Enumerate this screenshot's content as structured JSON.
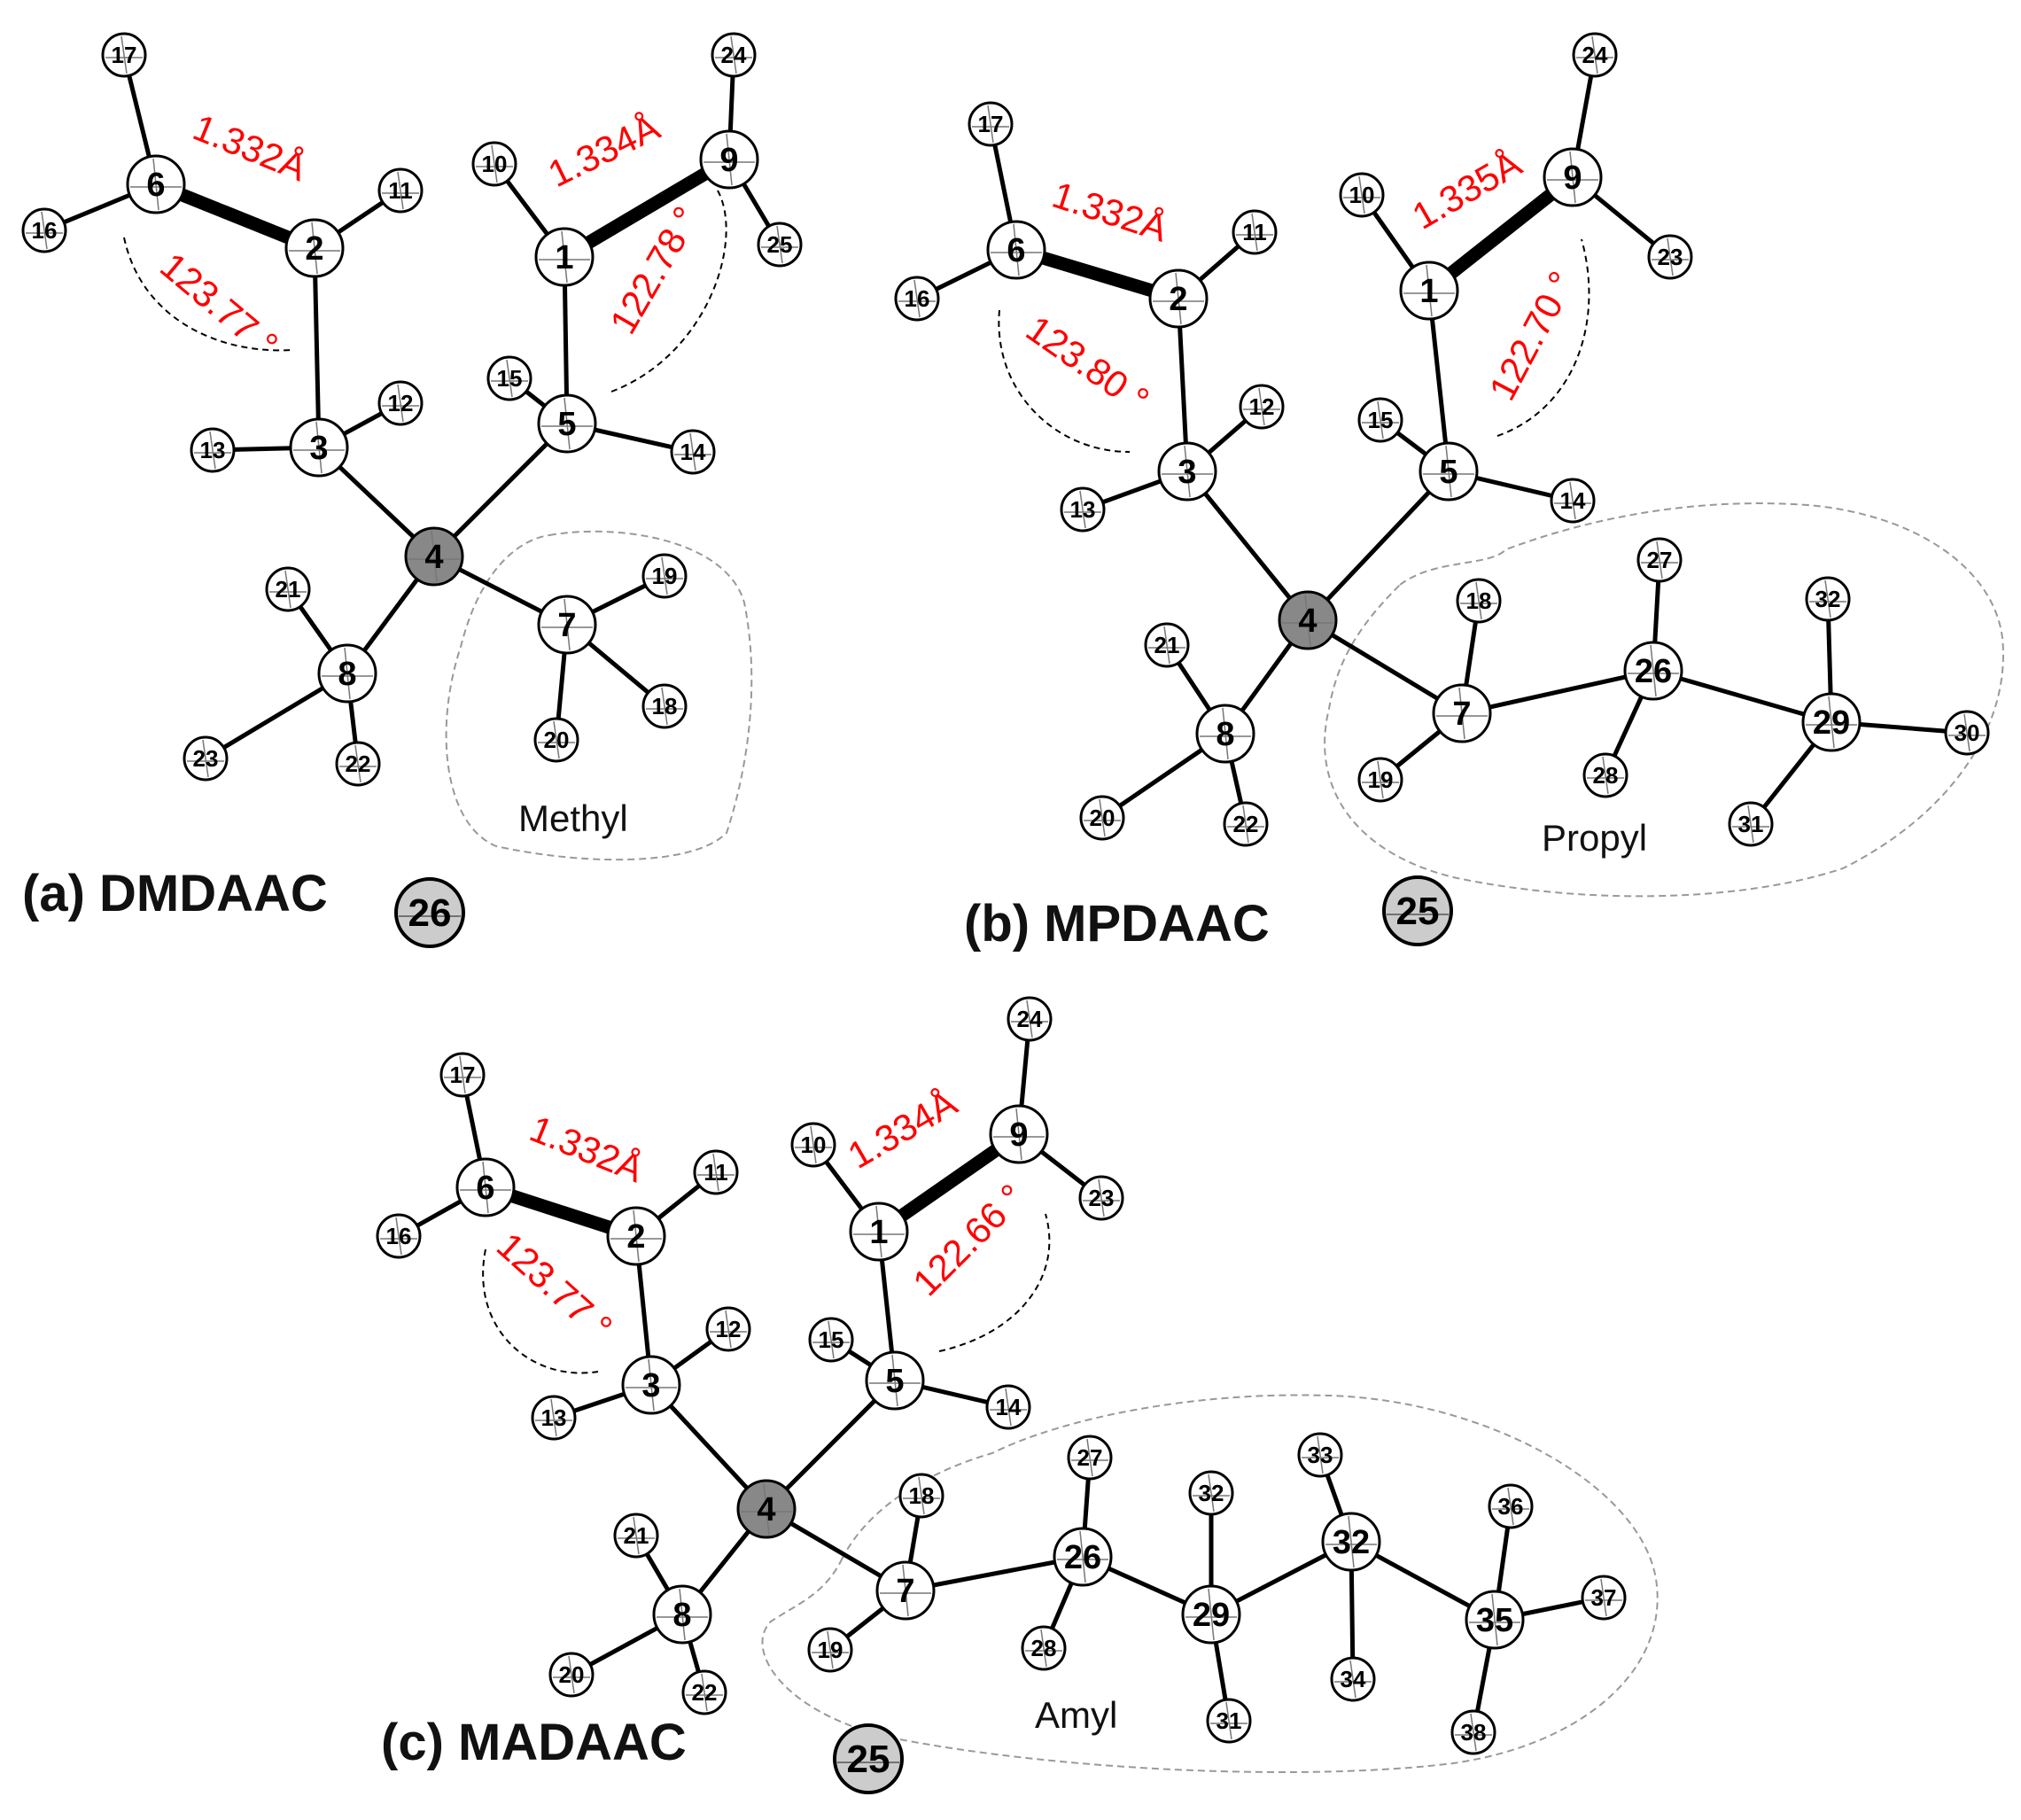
{
  "panels": [
    {
      "id": "a",
      "label": "(a) DMDAAC",
      "group_label": "Methyl",
      "counter_ion": "26",
      "bond_lengths": [
        "1.332Å",
        "1.334Å"
      ],
      "angles": [
        "123.77 °",
        "122.78 °"
      ],
      "atoms": [
        "1",
        "2",
        "3",
        "4",
        "5",
        "6",
        "7",
        "8",
        "9",
        "10",
        "11",
        "12",
        "13",
        "14",
        "15",
        "16",
        "17",
        "18",
        "19",
        "20",
        "21",
        "22",
        "23",
        "24",
        "25"
      ]
    },
    {
      "id": "b",
      "label": "(b) MPDAAC",
      "group_label": "Propyl",
      "counter_ion": "25",
      "bond_lengths": [
        "1.332Å",
        "1.335Å"
      ],
      "angles": [
        "123.80 °",
        "122.70 °"
      ],
      "atoms": [
        "1",
        "2",
        "3",
        "4",
        "5",
        "6",
        "7",
        "8",
        "9",
        "10",
        "11",
        "12",
        "13",
        "14",
        "15",
        "16",
        "17",
        "18",
        "19",
        "20",
        "21",
        "22",
        "23",
        "24",
        "26",
        "27",
        "28",
        "29",
        "30",
        "31",
        "32"
      ]
    },
    {
      "id": "c",
      "label": "(c) MADAAC",
      "group_label": "Amyl",
      "counter_ion": "25",
      "bond_lengths": [
        "1.332Å",
        "1.334Å"
      ],
      "angles": [
        "123.77 °",
        "122.66 °"
      ],
      "atoms": [
        "1",
        "2",
        "3",
        "4",
        "5",
        "6",
        "7",
        "8",
        "9",
        "10",
        "11",
        "12",
        "13",
        "14",
        "15",
        "16",
        "17",
        "18",
        "19",
        "20",
        "21",
        "22",
        "23",
        "24",
        "26",
        "27",
        "28",
        "29",
        "31",
        "32",
        "33",
        "34",
        "35",
        "36",
        "37",
        "38"
      ]
    }
  ],
  "colors": {
    "measurement": "#ff0000",
    "nitrogen": "#888888",
    "atom_fill": "#ffffff",
    "outline": "#000000"
  }
}
